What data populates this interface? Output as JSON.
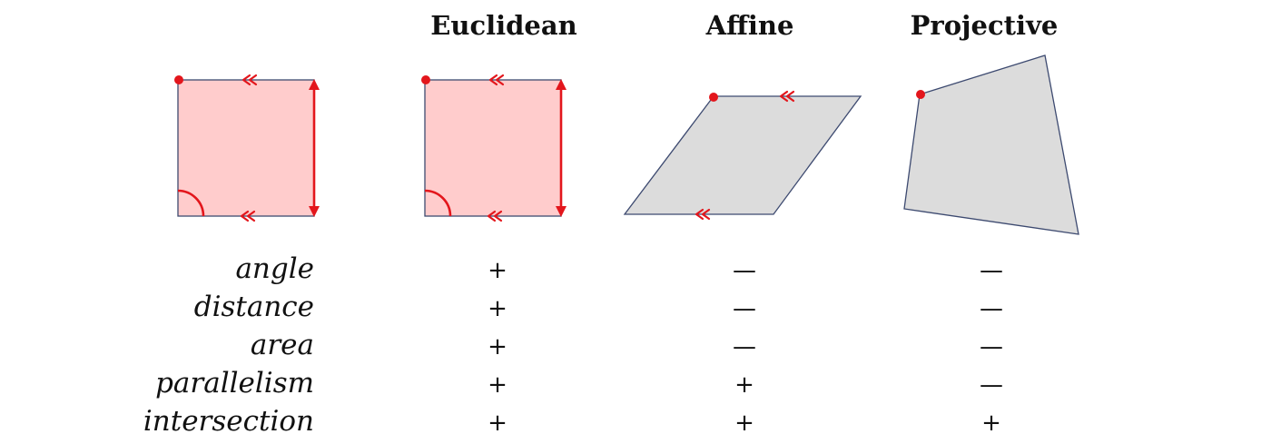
{
  "columns": [
    {
      "title": "",
      "shape": "square"
    },
    {
      "title": "Euclidean",
      "shape": "square"
    },
    {
      "title": "Affine",
      "shape": "parallelogram"
    },
    {
      "title": "Projective",
      "shape": "quadrilateral"
    }
  ],
  "rows": [
    {
      "label": "angle",
      "marks": [
        "+",
        "—",
        "—"
      ]
    },
    {
      "label": "distance",
      "marks": [
        "+",
        "—",
        "—"
      ]
    },
    {
      "label": "area",
      "marks": [
        "+",
        "—",
        "—"
      ]
    },
    {
      "label": "parallelism",
      "marks": [
        "+",
        "+",
        "—"
      ]
    },
    {
      "label": "intersection",
      "marks": [
        "+",
        "+",
        "+"
      ]
    }
  ],
  "colors": {
    "square_fill": "#ffcccc",
    "shape_fill": "#dcdcdc",
    "outline": "#3d4a70",
    "accent": "#e3161c"
  }
}
